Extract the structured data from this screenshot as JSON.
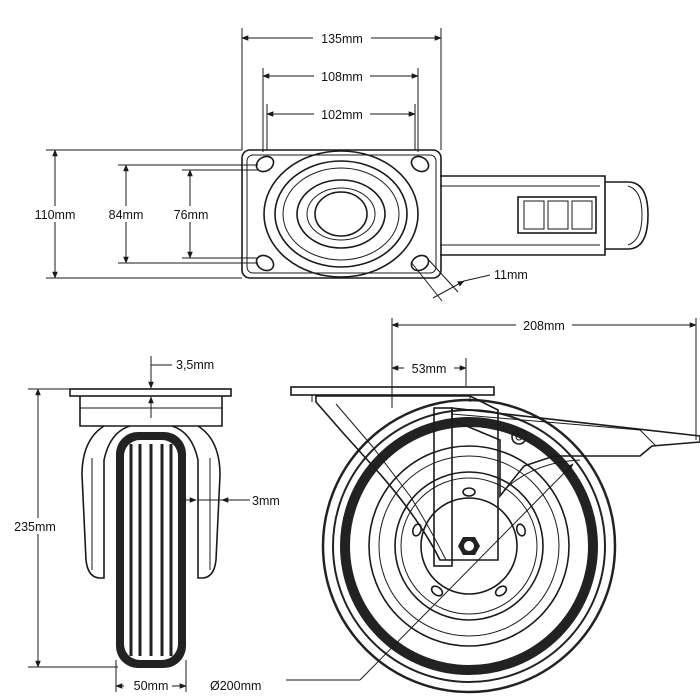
{
  "dimensions": {
    "top_plate_width": "135mm",
    "top_bolt_spacing_outer": "108mm",
    "top_bolt_spacing_inner": "102mm",
    "top_plate_height": "110mm",
    "top_bolt_spacing_vertical_outer": "84mm",
    "top_bolt_spacing_vertical_inner": "76mm",
    "bolt_hole": "11mm",
    "side_reach": "208mm",
    "side_offset": "53mm",
    "plate_thickness": "3,5mm",
    "total_height": "235mm",
    "fork_thickness": "3mm",
    "wheel_width": "50mm",
    "wheel_diameter": "Ø200mm"
  },
  "colors": {
    "line": "#1a1a1a",
    "tread": "#222222",
    "background": "#ffffff"
  }
}
